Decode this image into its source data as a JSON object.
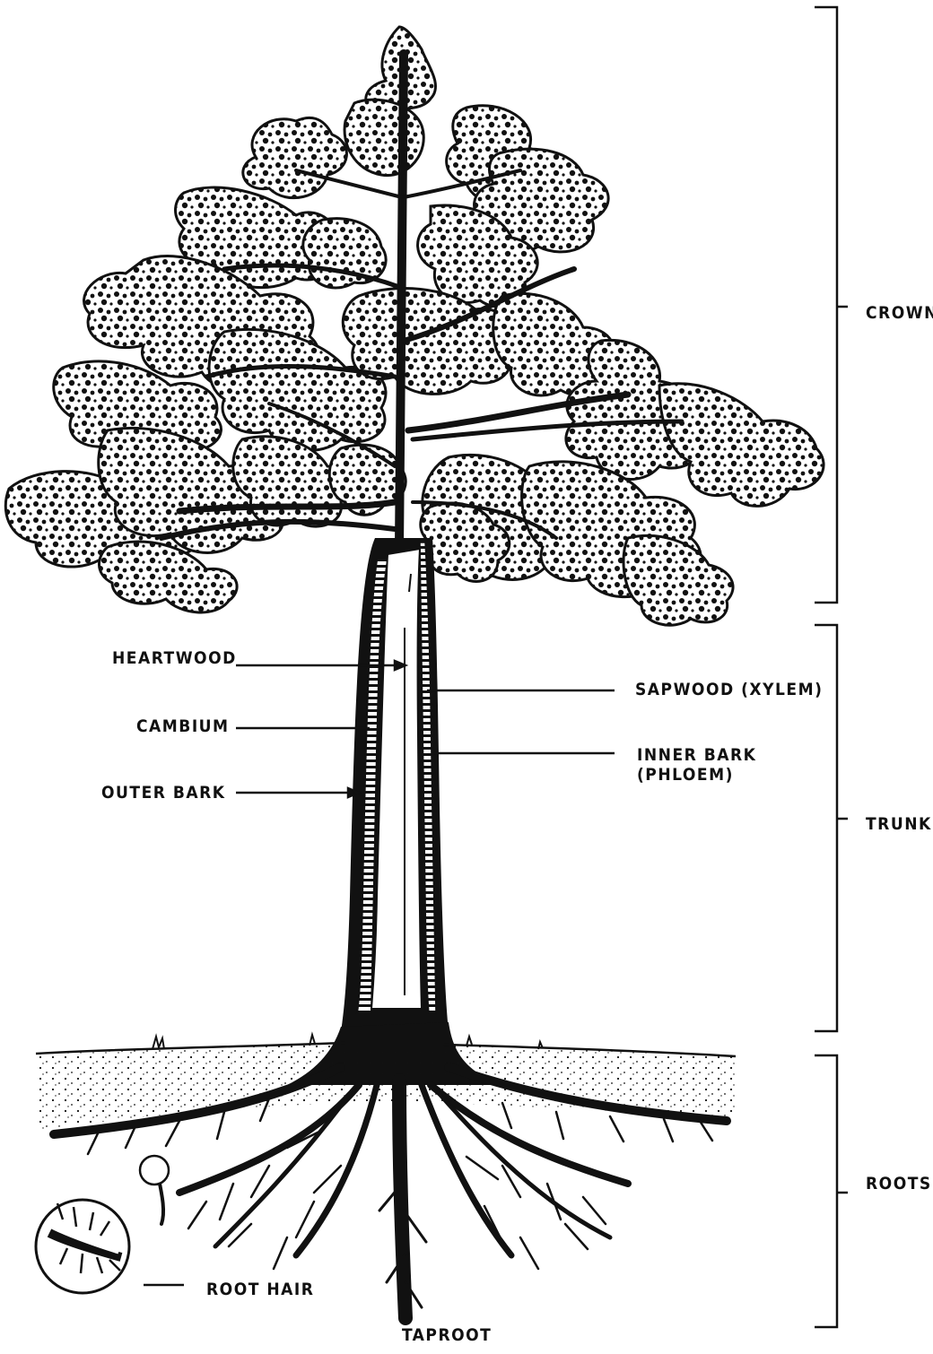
{
  "diagram": {
    "subject": "tree-anatomy",
    "ink_color": "#111111",
    "paper_color": "#ffffff",
    "sections": {
      "crown": "CROWN",
      "trunk": "TRUNK",
      "roots": "ROOTS"
    },
    "trunk_labels": {
      "heartwood": "HEARTWOOD",
      "cambium": "CAMBIUM",
      "outer_bark": "OUTER BARK",
      "sapwood": "SAPWOOD (XYLEM)",
      "inner_bark": "INNER BARK\n(PHLOEM)"
    },
    "root_labels": {
      "root_hair": "ROOT HAIR",
      "taproot": "TAPROOT"
    }
  }
}
